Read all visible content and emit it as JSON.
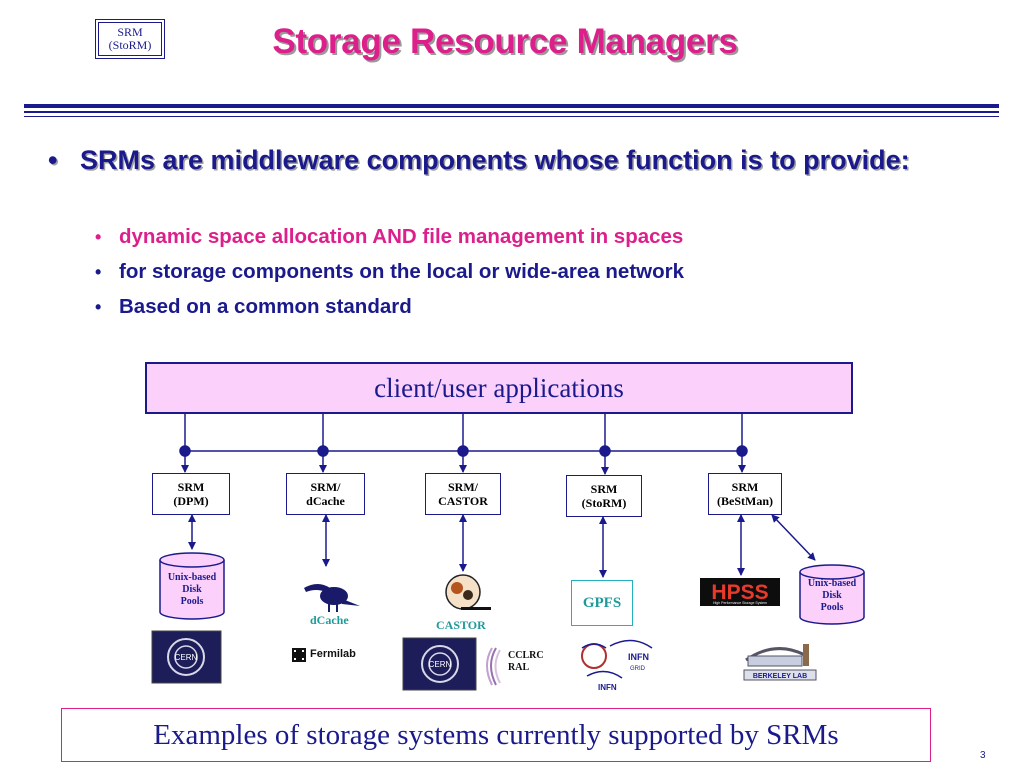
{
  "badge": {
    "line1": "SRM",
    "line2": "(StoRM)"
  },
  "title": "Storage Resource Managers",
  "bullets": {
    "main": {
      "symbol": "•",
      "text": "SRMs are middleware components whose function is to provide:"
    },
    "subs": [
      {
        "symbol": "•",
        "text": "dynamic space allocation AND file management in spaces",
        "color": "#dd1f8c"
      },
      {
        "symbol": "•",
        "text": "for storage components on the local or wide-area network",
        "color": "#1a1a8c"
      },
      {
        "symbol": "•",
        "text": "Based on a common standard",
        "color": "#1a1a8c"
      }
    ]
  },
  "diagram": {
    "client_label": "client/user applications",
    "srm_boxes": [
      {
        "line1": "SRM",
        "line2": "(DPM)"
      },
      {
        "line1": "SRM/",
        "line2": "dCache"
      },
      {
        "line1": "SRM/",
        "line2": "CASTOR"
      },
      {
        "line1": "SRM",
        "line2": "(StoRM)"
      },
      {
        "line1": "SRM",
        "line2": "(BeStMan)"
      }
    ],
    "disk_pools": [
      {
        "line1": "Unix-based",
        "line2": "Disk",
        "line3": "Pools"
      },
      {
        "line1": "Unix-based",
        "line2": "Disk",
        "line3": "Pools"
      }
    ],
    "dcache_label": "dCache",
    "castor_label": "CASTOR",
    "gpfs_label": "GPFS",
    "hpss_label": "HPSS",
    "hpss_sub": "High Performance Storage System",
    "fermilab_label": "Fermilab",
    "cclrc_line1": "CCLRC",
    "cclrc_line2": "RAL",
    "cern_label": "CERN",
    "infn_label": "INFN",
    "infn_grid": "GRID",
    "berkeley_label": "BERKELEY LAB"
  },
  "examples_caption": "Examples of storage systems currently supported by SRMs",
  "page_number": "3",
  "colors": {
    "navy": "#1a1a8c",
    "magenta": "#dd1f8c",
    "pink_fill": "#fbd0fb",
    "teal": "#1f9a9a"
  }
}
